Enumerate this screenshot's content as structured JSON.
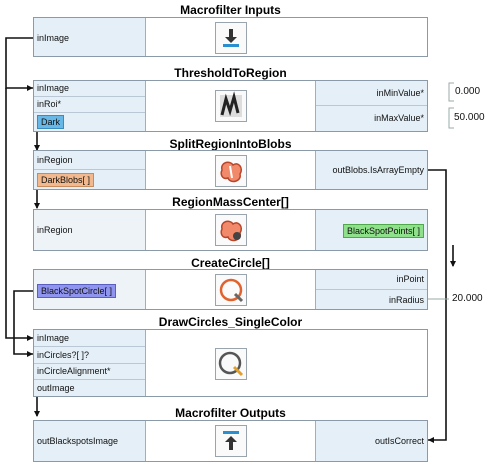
{
  "blocks": [
    {
      "title": "Macrofilter Inputs",
      "left_ports": [
        "inImage"
      ],
      "right_ports": []
    },
    {
      "title": "ThresholdToRegion",
      "left_ports": [
        "inImage",
        "inRoi*"
      ],
      "chip": "Dark",
      "right_ports": [
        "inMinValue*",
        "inMaxValue*"
      ]
    },
    {
      "title": "SplitRegionIntoBlobs",
      "left_ports": [
        "inRegion"
      ],
      "chip": "DarkBlobs[ ]",
      "right_ports": [
        "outBlobs.IsArrayEmpty"
      ]
    },
    {
      "title": "RegionMassCenter[]",
      "left_ports": [
        "inRegion"
      ],
      "right_chip": "BlackSpotPoints[ ]"
    },
    {
      "title": "CreateCircle[]",
      "chip": "BlackSpotCircle[ ]",
      "right_ports": [
        "inPoint",
        "inRadius"
      ]
    },
    {
      "title": "DrawCircles_SingleColor",
      "left_ports": [
        "inImage",
        "inCircles?[ ]?",
        "inCircleAlignment*",
        "outImage"
      ]
    },
    {
      "title": "Macrofilter Outputs",
      "left_ports": [
        "outBlackspotsImage"
      ],
      "right_ports": [
        "outIsCorrect"
      ]
    }
  ],
  "values": {
    "min_value": "0.000",
    "max_value": "50.000",
    "radius": "20.000"
  },
  "colors": {
    "chip_dark": "#67b8e6",
    "chip_darkblobs": "#f2b98e",
    "chip_points": "#8fe08a",
    "chip_circle": "#8f94ef",
    "wire": "#111111"
  },
  "icons": [
    "download-icon",
    "threshold-icon",
    "split-blobs-icon",
    "mass-center-icon",
    "create-circle-icon",
    "draw-circles-icon",
    "upload-icon"
  ]
}
